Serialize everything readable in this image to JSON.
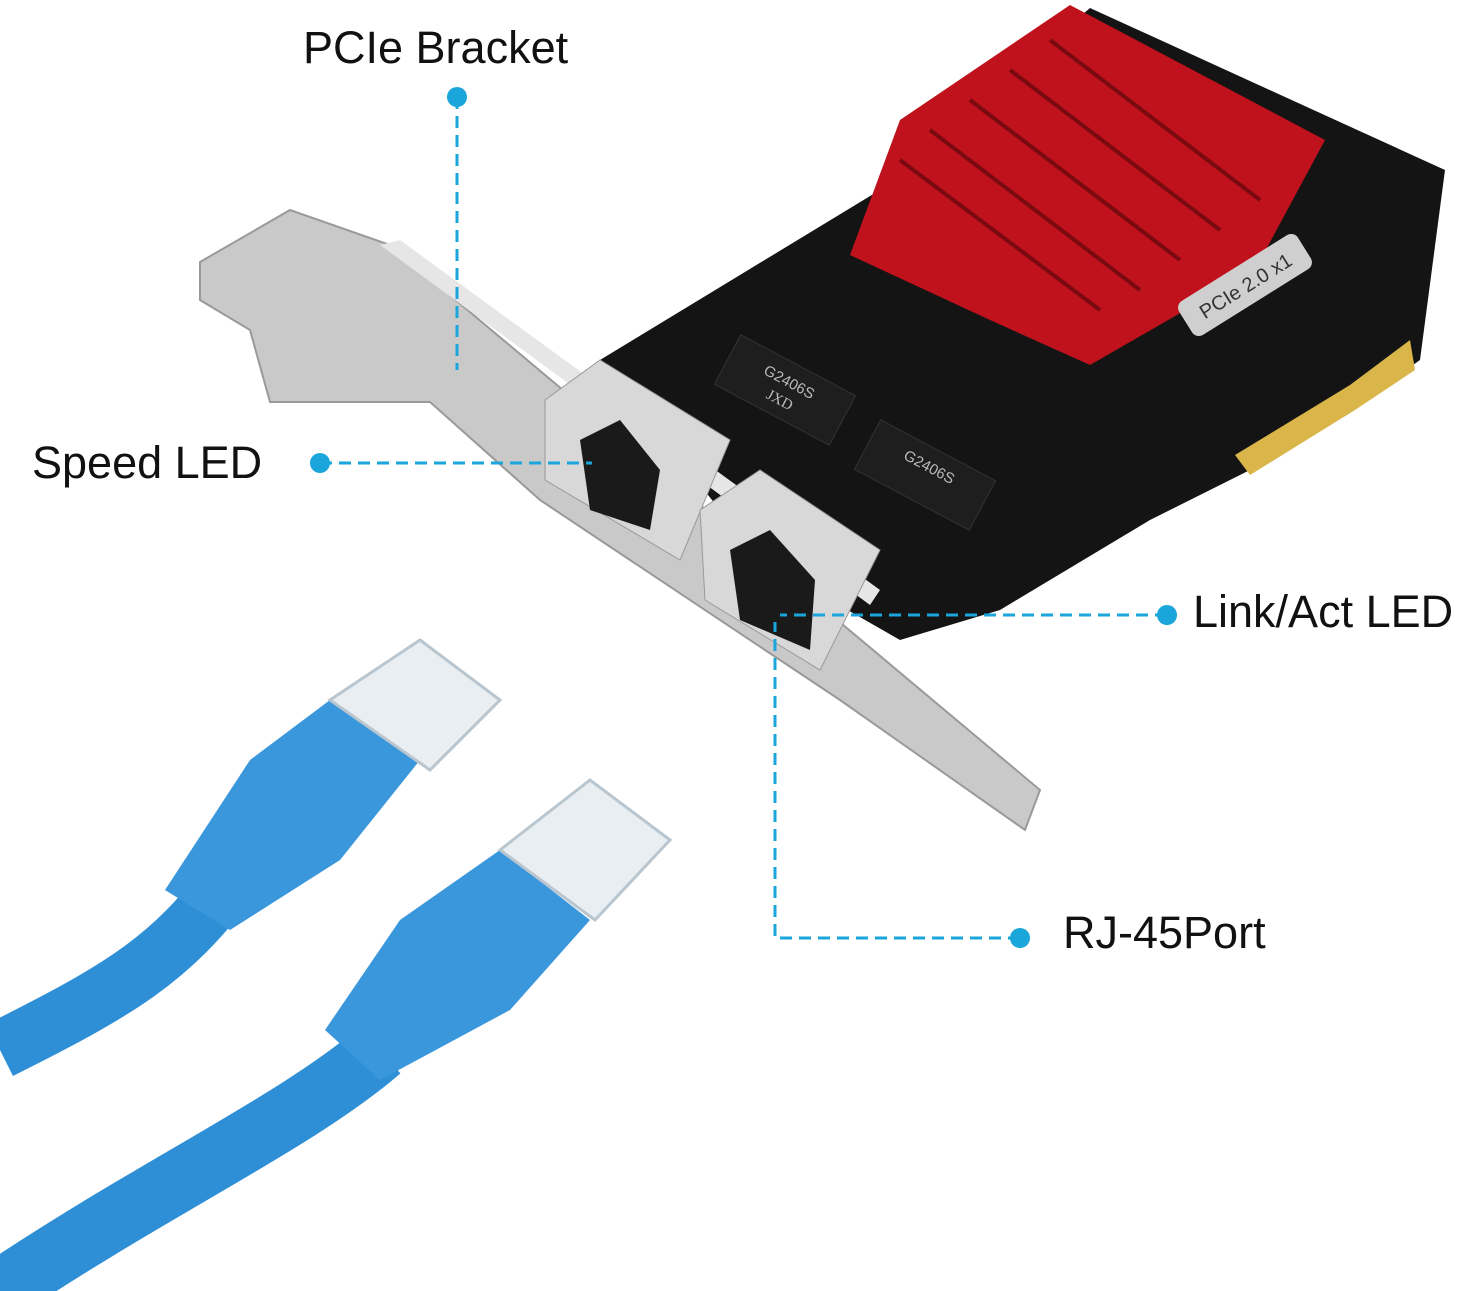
{
  "callouts": {
    "pcie_bracket": "PCIe Bracket",
    "speed_led": "Speed LED",
    "link_act_led": "Link/Act LED",
    "rj45_port": "RJ-45Port"
  },
  "pcb_text": {
    "interface_label": "PCIe 2.0 x1",
    "transformer_1": "G2406S",
    "transformer_2": "G2406S",
    "brand": "JXD"
  },
  "colors": {
    "callout": "#1aa6da",
    "pcb": "#141414",
    "heatsink": "#c0121c",
    "bracket": "#c9c9c9",
    "cable": "#2e8fd6",
    "gold_fingers": "#d9b54a"
  }
}
